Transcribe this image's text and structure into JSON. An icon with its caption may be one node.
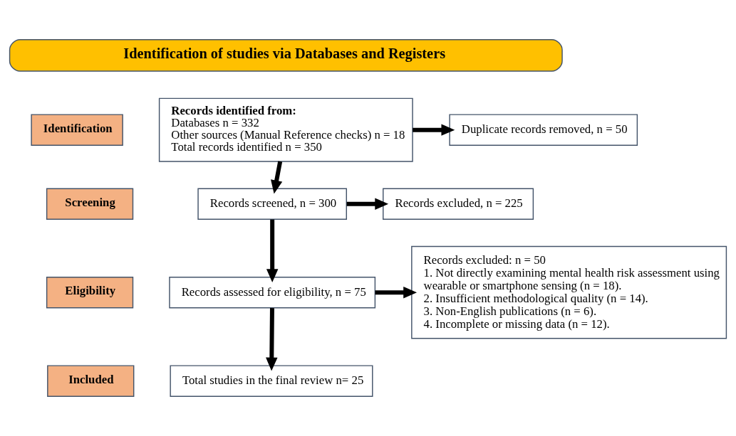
{
  "diagram": {
    "nodes": [
      {
        "text": [
          "Identification of studies via Databases and Registers"
        ]
      },
      {
        "text": [
          "Identification"
        ]
      },
      {
        "text": [
          "Screening"
        ]
      },
      {
        "text": [
          "Eligibility"
        ]
      },
      {
        "text": [
          "Included"
        ]
      },
      {
        "text": [
          "Records identified from:",
          "Databases n = 332",
          "Other sources (Manual Reference checks) n = 18",
          "Total records identified n = 350"
        ]
      },
      {
        "text": [
          "Duplicate records removed, n = 50"
        ]
      },
      {
        "text": [
          "Records screened, n = 300"
        ]
      },
      {
        "text": [
          "Records excluded, n = 225"
        ]
      },
      {
        "text": [
          "Records assessed for eligibility, n = 75"
        ]
      },
      {
        "text": [
          "Records excluded: n = 50",
          "1. Not directly examining mental health risk assessment using wearable or smartphone sensing (n = 18).",
          "2. Insufficient methodological quality (n = 14).",
          "3. Non-English publications (n = 6).",
          "4. Incomplete or missing data (n = 12)."
        ]
      },
      {
        "text": [
          "Total studies in the final review n= 25"
        ]
      }
    ],
    "edges": [
      {
        "from": 5,
        "to": 6,
        "arrow": "to"
      },
      {
        "from": 5,
        "to": 7,
        "arrow": "to"
      },
      {
        "from": 7,
        "to": 8,
        "arrow": "to"
      },
      {
        "from": 7,
        "to": 9,
        "arrow": "to"
      },
      {
        "from": 9,
        "to": 10,
        "arrow": "to"
      },
      {
        "from": 9,
        "to": 11,
        "arrow": "to"
      }
    ]
  }
}
